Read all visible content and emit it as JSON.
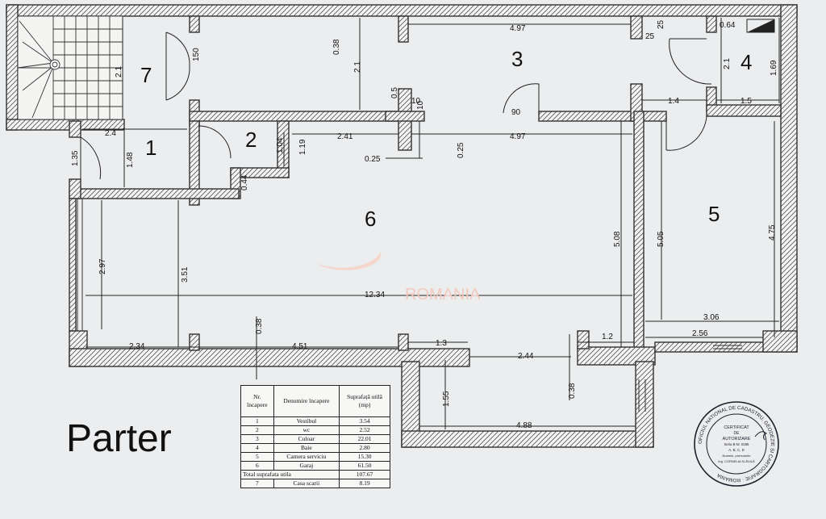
{
  "floor_label": "Parter",
  "rooms": {
    "r1": "1",
    "r2": "2",
    "r3": "3",
    "r4": "4",
    "r5": "5",
    "r6": "6",
    "r7": "7"
  },
  "dimensions": {
    "d_2_1_stair": "2.1",
    "d_150": "150",
    "d_038_top": "0.38",
    "d_2_1_hall": "2.1",
    "d_497_top": "4.97",
    "d_25_a": "25",
    "d_25_b": "25",
    "d_064": "0.64",
    "d_2_1_bath": "2.1",
    "d_169": "1.69",
    "d_05": "0.5",
    "d_10_a": "10",
    "d_10_b": "10",
    "d_90": "90",
    "d_14": "1.4",
    "d_15": "1.5",
    "d_24": "2.4",
    "d_135": "1.35",
    "d_148": "1.48",
    "d_104": "1.04",
    "d_119": "1.19",
    "d_241": "2.41",
    "d_025_v": "0.25",
    "d_497_mid": "4.97",
    "d_025_h": "0.25",
    "d_044": "0.44",
    "d_297": "2.97",
    "d_351": "3.51",
    "d_1234": "12.34",
    "d_508": "5.08",
    "d_505": "5.05",
    "d_475": "4.75",
    "d_306": "3.06",
    "d_256": "2.56",
    "d_038_bottom": "0.38",
    "d_234": "2.34",
    "d_451": "4.51",
    "d_13": "1.3",
    "d_12": "1.2",
    "d_244": "2.44",
    "d_038_garage": "0.38",
    "d_155": "1.55",
    "d_488": "4.88"
  },
  "watermark": "ROMANIA",
  "legend": {
    "headers": [
      "Nr. încapere",
      "Denumire încapere",
      "Suprafață utilă (mp)"
    ],
    "rows": [
      {
        "nr": "1",
        "name": "Vestibul",
        "area": "3.54"
      },
      {
        "nr": "2",
        "name": "wc",
        "area": "2.52"
      },
      {
        "nr": "3",
        "name": "Culoar",
        "area": "22.01"
      },
      {
        "nr": "4",
        "name": "Baie",
        "area": "2.80"
      },
      {
        "nr": "5",
        "name": "Camera serviciu",
        "area": "15.30"
      },
      {
        "nr": "6",
        "name": "Garaj",
        "area": "61.50"
      }
    ],
    "total_label": "Total suprafata utila",
    "total_value": "107.67",
    "extra": {
      "nr": "7",
      "name": "Casa scarii",
      "area": "8.19"
    }
  },
  "stamp": {
    "ring_text": "OFICIUL NATIONAL DE CADASTRU, GEODEZIE SI CARTOGRAFIE · ROMANIA",
    "line1": "CERTIFICAT",
    "line2": "DE",
    "line3": "AUTORIZARE",
    "line4": "Seria B Nr. 0268",
    "line5": "A, B, C, D",
    "line6": "Numele, prenumele",
    "line7": "Ing. CORNELIA SLĂVILĂ"
  }
}
